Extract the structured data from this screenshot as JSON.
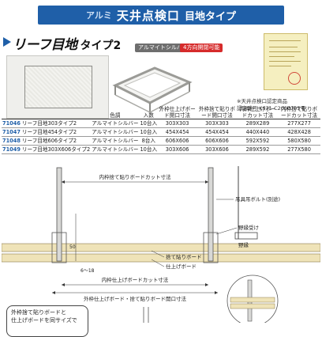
{
  "header": {
    "prefix": "アルミ",
    "title": "天井点検口",
    "subtitle": "目地タイプ"
  },
  "product": {
    "name": "リーフ目地",
    "type": "タイプ2",
    "tag_finish": "アルマイトシルバー",
    "tag_feature": "4方向開閉可能"
  },
  "certificate": {
    "caption_line1": "※天井点検口認定商品",
    "caption_line2": "認定番号 KS71-C2000705号"
  },
  "table": {
    "headers": [
      "",
      "",
      "色調",
      "入数",
      "外枠仕上げボード開口寸法",
      "外枠捨て貼りボード開口寸法",
      "内枠仕上げボードカット寸法",
      "内枠捨て貼りボードカット寸法"
    ],
    "rows": [
      {
        "code": "71046",
        "name": "リーフ目地303タイプ2",
        "color": "アルマイトシルバー",
        "qty": "10台入",
        "d1": "303X303",
        "d2": "303X303",
        "d3": "289X289",
        "d4": "277X277"
      },
      {
        "code": "71047",
        "name": "リーフ目地454タイプ2",
        "color": "アルマイトシルバー",
        "qty": "10台入",
        "d1": "454X454",
        "d2": "454X454",
        "d3": "440X440",
        "d4": "428X428"
      },
      {
        "code": "71048",
        "name": "リーフ目地606タイプ2",
        "color": "アルマイトシルバー",
        "qty": "8台入",
        "d1": "606X606",
        "d2": "606X606",
        "d3": "592X592",
        "d4": "580X580"
      },
      {
        "code": "71049",
        "name": "リーフ目地303X606タイプ2",
        "color": "アルマイトシルバー",
        "qty": "10台入",
        "d1": "303X606",
        "d2": "303X606",
        "d3": "289X592",
        "d4": "277X580"
      }
    ]
  },
  "drawing": {
    "label_inner_cut": "内枠捨て貼りボードカット寸法",
    "label_chain": "吊具吊ボルト(別途)",
    "label_bracket": "野縁受け",
    "label_field": "野縁",
    "label_under": "捨て貼りボード",
    "label_finish": "仕上げボード",
    "label_height": "50",
    "label_gap": "6〜18",
    "label_outer_finish": "内枠仕上げボードカット寸法",
    "label_outer": "外枠仕上げボード・捨て貼りボード開口寸法"
  },
  "note": {
    "line1": "外枠捨て貼りボードと",
    "line2": "仕上げボードを同サイズで"
  },
  "colors": {
    "banner": "#1f5fa8",
    "tag_gray": "#6e6e6e",
    "tag_red": "#d62b2b",
    "code_blue": "#1f5fa8"
  }
}
